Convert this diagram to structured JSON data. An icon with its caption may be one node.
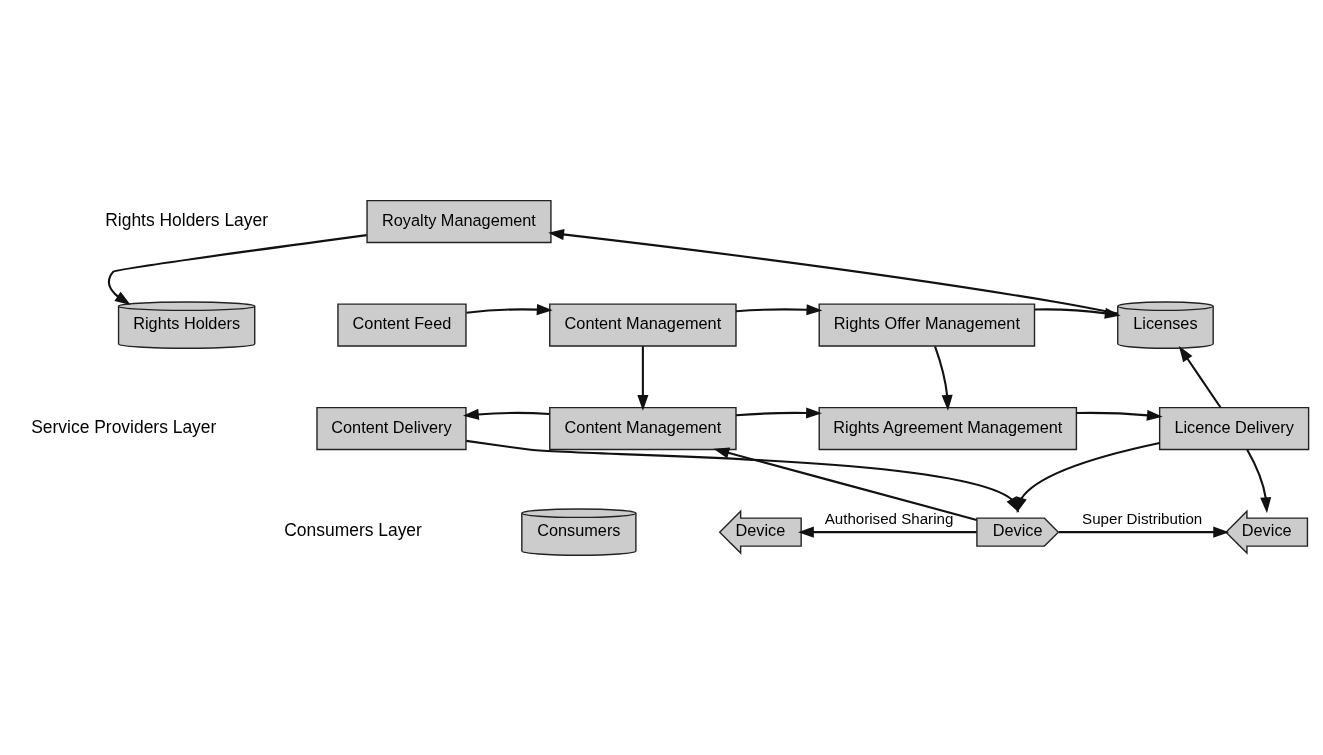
{
  "diagram": {
    "nodes": [
      {
        "text": [
          "Royalty Management"
        ]
      },
      {
        "text": [
          "Rights Holders"
        ]
      },
      {
        "text": [
          "Content Feed"
        ]
      },
      {
        "text": [
          "Content Management"
        ]
      },
      {
        "text": [
          "Rights Offer Management"
        ]
      },
      {
        "text": [
          "Licenses"
        ]
      },
      {
        "text": [
          "Content Delivery"
        ]
      },
      {
        "text": [
          "Content Management"
        ]
      },
      {
        "text": [
          "Rights Agreement Management"
        ]
      },
      {
        "text": [
          "Licence Delivery"
        ]
      },
      {
        "text": [
          "Consumers"
        ]
      },
      {
        "text": [
          "Device"
        ]
      },
      {
        "text": [
          "Device"
        ]
      },
      {
        "text": [
          "Device"
        ]
      }
    ],
    "edges": [
      {
        "from": 0,
        "to": 1,
        "arrow": "to"
      },
      {
        "from": 5,
        "to": 0,
        "arrow": "to"
      },
      {
        "from": 2,
        "to": 3,
        "arrow": "to"
      },
      {
        "from": 3,
        "to": 4,
        "arrow": "to"
      },
      {
        "from": 4,
        "to": 5,
        "arrow": "to"
      },
      {
        "from": 3,
        "to": 7,
        "arrow": "to"
      },
      {
        "from": 4,
        "to": 8,
        "arrow": "to"
      },
      {
        "from": 7,
        "to": 6,
        "arrow": "to"
      },
      {
        "from": 7,
        "to": 8,
        "arrow": "to"
      },
      {
        "from": 8,
        "to": 9,
        "arrow": "to"
      },
      {
        "from": 9,
        "to": 5,
        "arrow": "to"
      },
      {
        "from": 6,
        "to": 12,
        "arrow": "to"
      },
      {
        "from": 12,
        "to": 7,
        "arrow": "to"
      },
      {
        "from": 9,
        "to": 12,
        "arrow": "to"
      },
      {
        "from": 9,
        "to": 13,
        "arrow": "to"
      },
      {
        "from": 12,
        "to": 11,
        "arrow": "to",
        "label": "Authorised Sharing"
      },
      {
        "from": 12,
        "to": 13,
        "arrow": "to",
        "label": "Super Distribution"
      }
    ],
    "labels": [
      "Rights Holders Layer",
      "Service Providers Layer",
      "Consumers Layer"
    ]
  }
}
